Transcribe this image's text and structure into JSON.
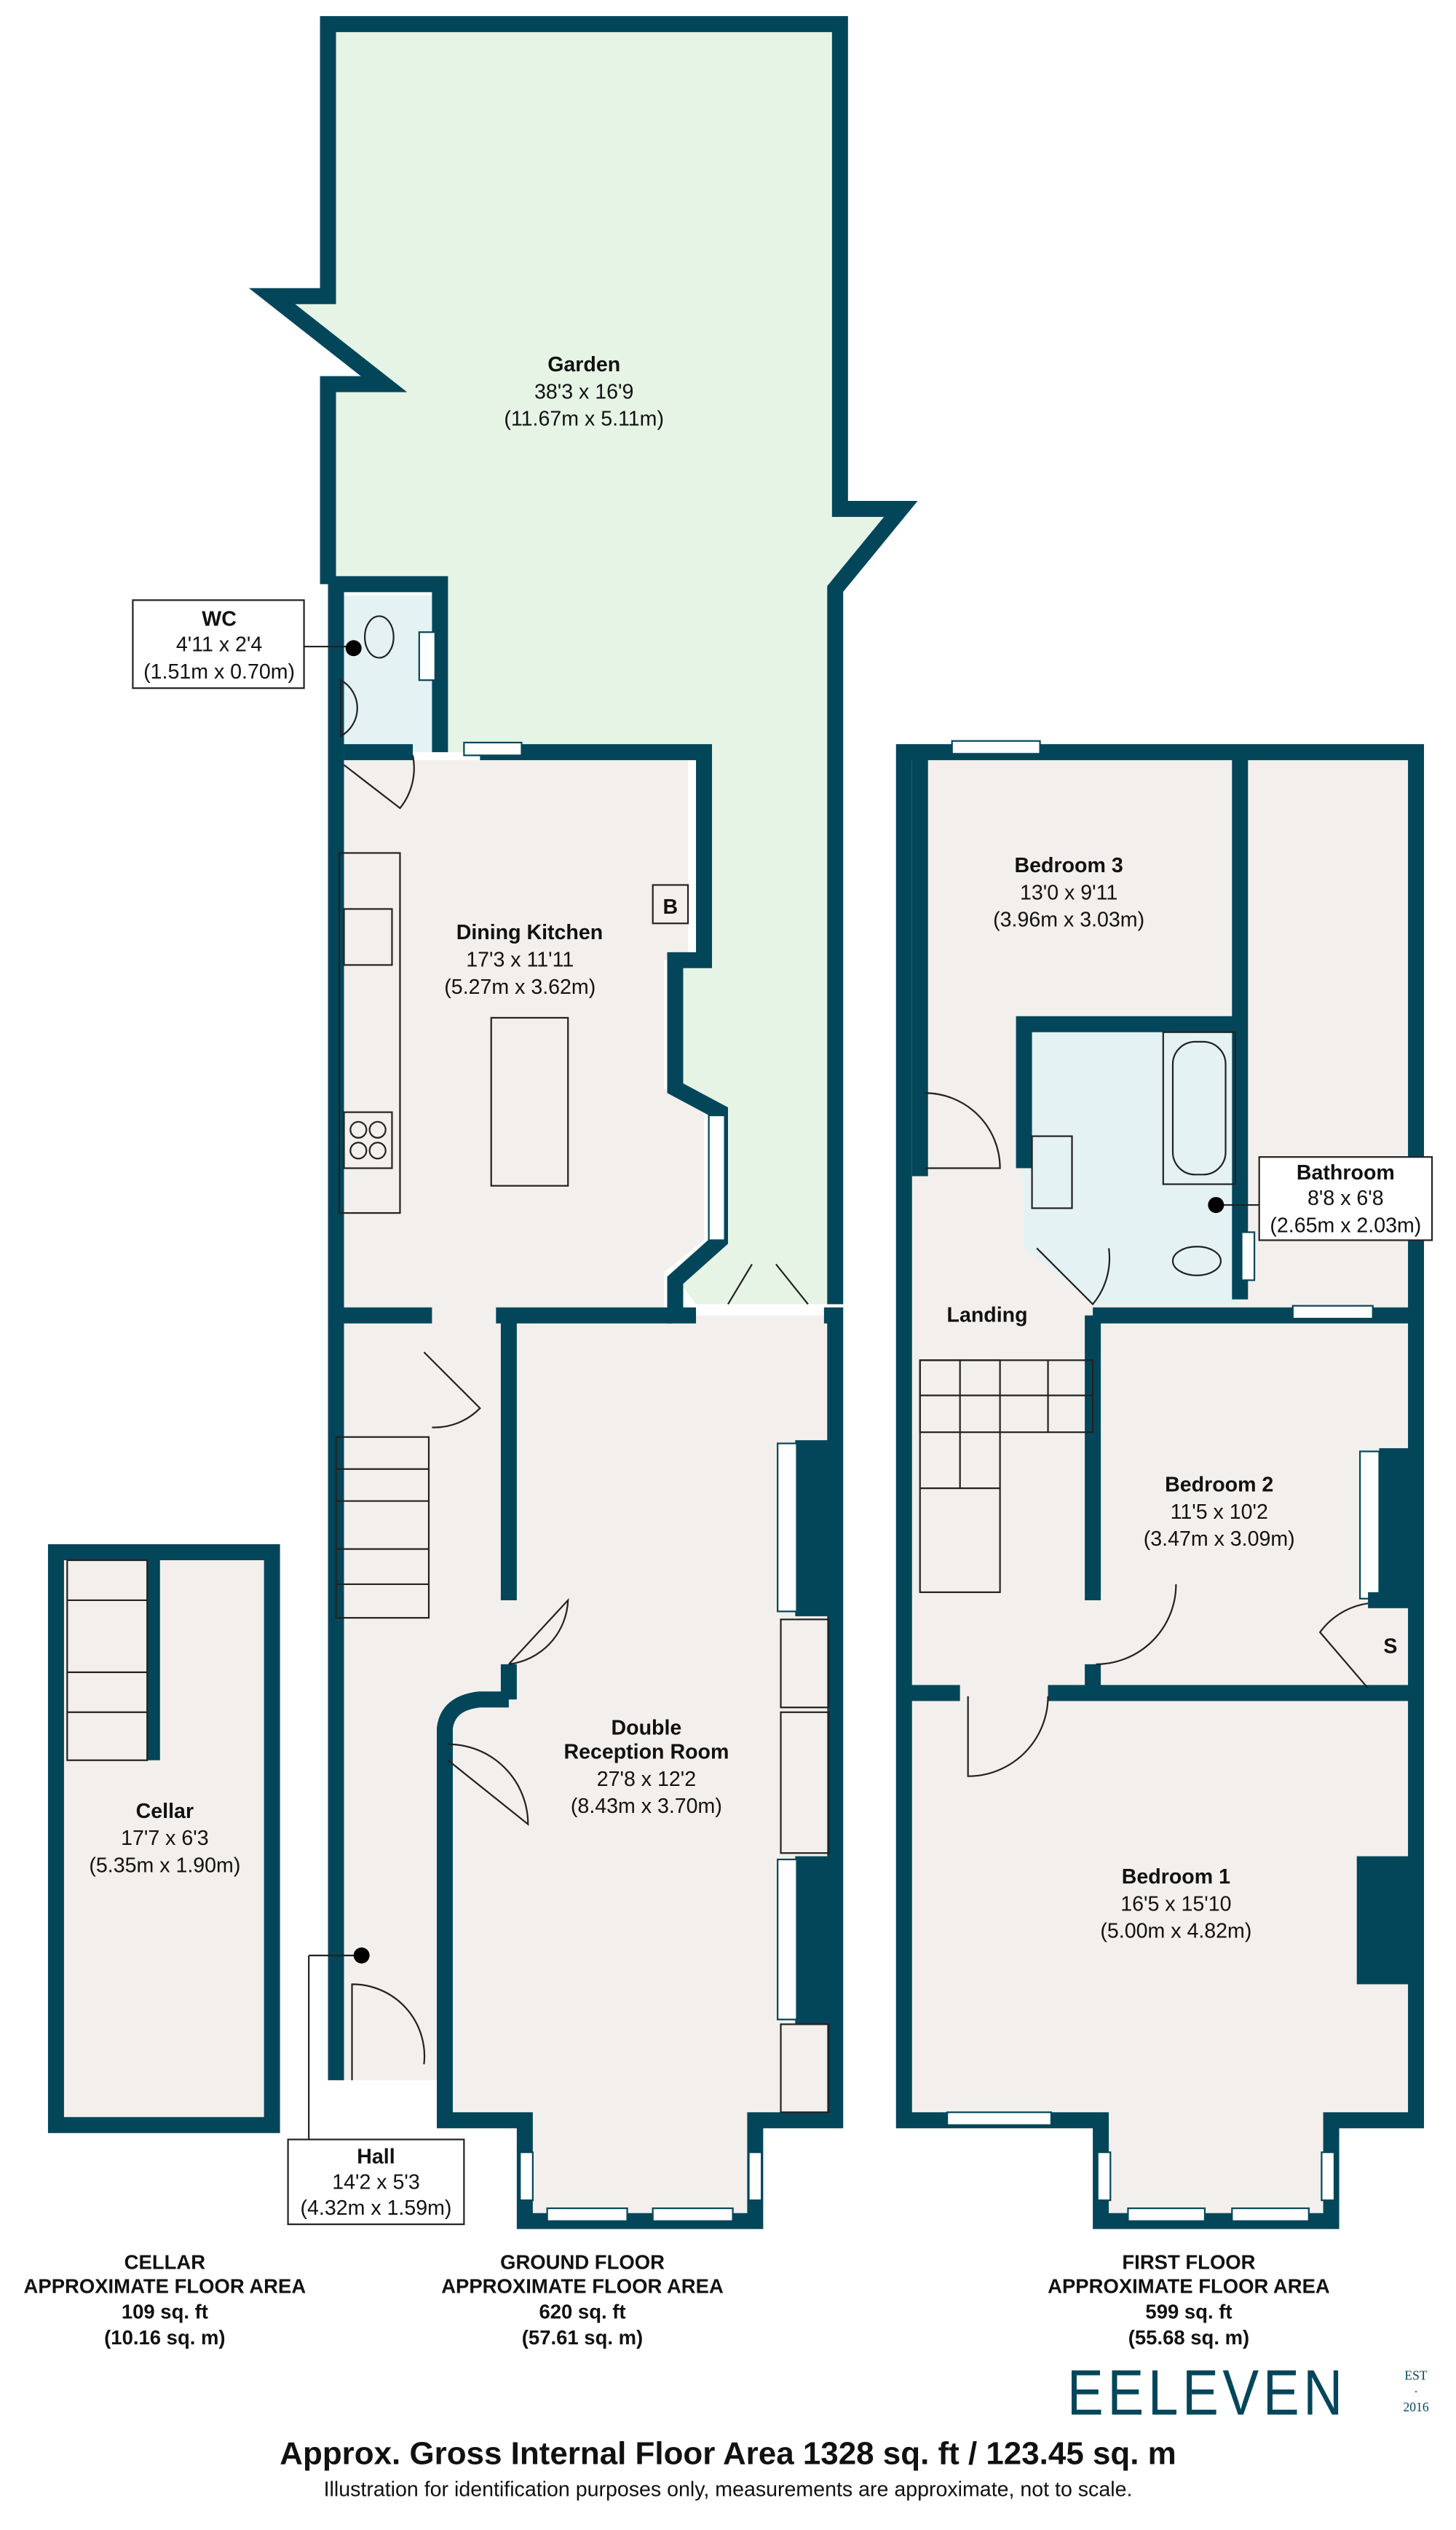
{
  "colors": {
    "wall": "#03465a",
    "garden": "#e6f4e6",
    "floor": "#f2efec",
    "wet_room": "#e4f2f4",
    "logo": "#03465a"
  },
  "rooms": {
    "garden": {
      "name": "Garden",
      "imperial": "38'3 x 16'9",
      "metric": "(11.67m x 5.11m)"
    },
    "wc": {
      "name": "WC",
      "imperial": "4'11 x 2'4",
      "metric": "(1.51m x 0.70m)"
    },
    "dining_kitchen": {
      "name": "Dining Kitchen",
      "imperial": "17'3 x 11'11",
      "metric": "(5.27m x 3.62m)",
      "boiler_label": "B"
    },
    "double_reception": {
      "name_line1": "Double",
      "name_line2": "Reception Room",
      "imperial": "27'8 x 12'2",
      "metric": "(8.43m x 3.70m)"
    },
    "hall": {
      "name": "Hall",
      "imperial": "14'2 x 5'3",
      "metric": "(4.32m x 1.59m)"
    },
    "cellar": {
      "name": "Cellar",
      "imperial": "17'7 x 6'3",
      "metric": "(5.35m x 1.90m)"
    },
    "bedroom3": {
      "name": "Bedroom 3",
      "imperial": "13'0 x 9'11",
      "metric": "(3.96m x 3.03m)"
    },
    "bathroom": {
      "name": "Bathroom",
      "imperial": "8'8 x 6'8",
      "metric": "(2.65m x 2.03m)"
    },
    "landing": {
      "name": "Landing"
    },
    "bedroom2": {
      "name": "Bedroom 2",
      "imperial": "11'5 x 10'2",
      "metric": "(3.47m x 3.09m)",
      "storage_label": "S"
    },
    "bedroom1": {
      "name": "Bedroom 1",
      "imperial": "16'5 x 15'10",
      "metric": "(5.00m x 4.82m)"
    }
  },
  "floor_areas": [
    {
      "floor": "CELLAR",
      "label": "APPROXIMATE FLOOR AREA",
      "sqft": "109 sq. ft",
      "sqm": "(10.16 sq. m)"
    },
    {
      "floor": "GROUND FLOOR",
      "label": "APPROXIMATE FLOOR AREA",
      "sqft": "620 sq. ft",
      "sqm": "(57.61 sq. m)"
    },
    {
      "floor": "FIRST FLOOR",
      "label": "APPROXIMATE FLOOR AREA",
      "sqft": "599 sq. ft",
      "sqm": "(55.68 sq. m)"
    }
  ],
  "logo": {
    "name": "EELEVEN",
    "est": "EST",
    "dot": "·",
    "year": "2016"
  },
  "footer": {
    "title": "Approx. Gross Internal Floor Area 1328 sq. ft / 123.45 sq. m",
    "disclaimer": "Illustration for identification purposes only, measurements are approximate, not to scale."
  }
}
